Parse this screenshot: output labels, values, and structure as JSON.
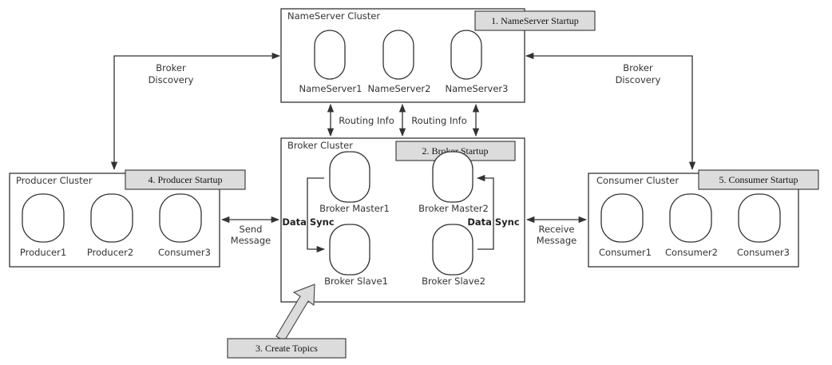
{
  "nameserver_cluster": {
    "title": "NameServer Cluster",
    "step": "1. NameServer Startup",
    "nodes": [
      "NameServer1",
      "NameServer2",
      "NameServer3"
    ]
  },
  "broker_cluster": {
    "title": "Broker Cluster",
    "step": "2. Broker Startup",
    "nodes": [
      "Broker Master1",
      "Broker Master2",
      "Broker Slave1",
      "Broker Slave2"
    ],
    "sync_left": "Data Sync",
    "sync_right": "Data Sync"
  },
  "producer_cluster": {
    "title": "Producer Cluster",
    "step": "4. Producer Startup",
    "nodes": [
      "Producer1",
      "Producer2",
      "Consumer3"
    ]
  },
  "consumer_cluster": {
    "title": "Consumer Cluster",
    "step": "5. Consumer Startup",
    "nodes": [
      "Consumer1",
      "Consumer2",
      "Consumer3"
    ]
  },
  "create_topics": "3. Create Topics",
  "edges": {
    "discovery_left": [
      "Broker",
      "Discovery"
    ],
    "discovery_right": [
      "Broker",
      "Discovery"
    ],
    "routing_left": "Routing Info",
    "routing_right": "Routing Info",
    "send": [
      "Send",
      "Message"
    ],
    "receive": [
      "Receive",
      "Message"
    ]
  }
}
